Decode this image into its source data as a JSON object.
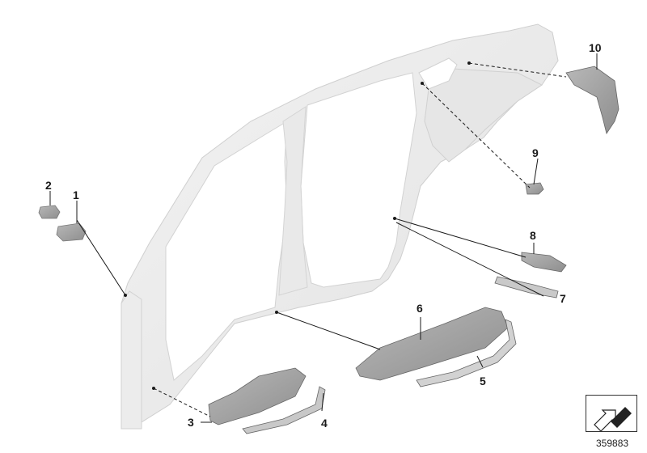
{
  "diagram": {
    "number": "359883",
    "callouts": [
      {
        "id": "1",
        "label": "1"
      },
      {
        "id": "2",
        "label": "2"
      },
      {
        "id": "3",
        "label": "3"
      },
      {
        "id": "4",
        "label": "4"
      },
      {
        "id": "5",
        "label": "5"
      },
      {
        "id": "6",
        "label": "6"
      },
      {
        "id": "7",
        "label": "7"
      },
      {
        "id": "8",
        "label": "8"
      },
      {
        "id": "9",
        "label": "9"
      },
      {
        "id": "10",
        "label": "10"
      }
    ],
    "icons": {
      "nav": "arrow-down-left-icon"
    }
  }
}
